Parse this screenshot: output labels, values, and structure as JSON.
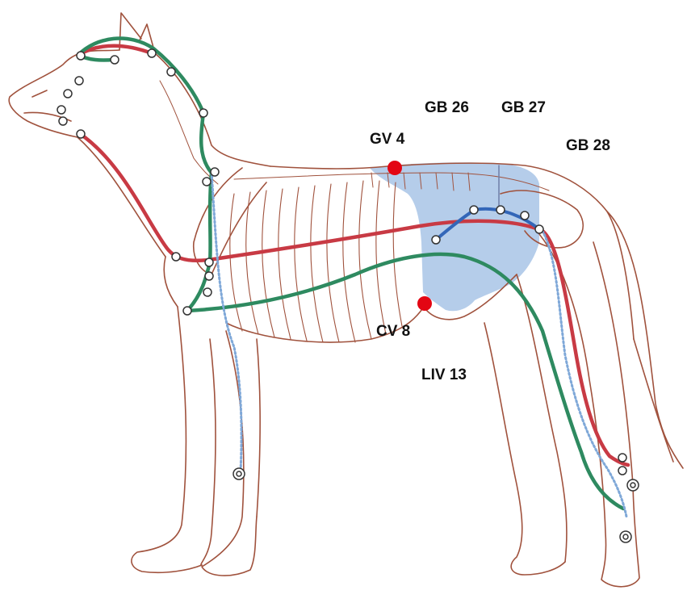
{
  "figure": {
    "colors": {
      "outline": "#a0523d",
      "region_fill": "#a8c4e6",
      "green_channel": "#2e8a60",
      "red_channel": "#c83a44",
      "blue_channel": "#3366b8",
      "dotted_channel": "#7fa8d8",
      "marker": "#e30613",
      "node": "#333333"
    },
    "labels": {
      "gv4": "GV 4",
      "gb26": "GB 26",
      "gb27": "GB 27",
      "gb28": "GB 28",
      "cv8": "CV 8",
      "liv13": "LIV 13"
    }
  }
}
